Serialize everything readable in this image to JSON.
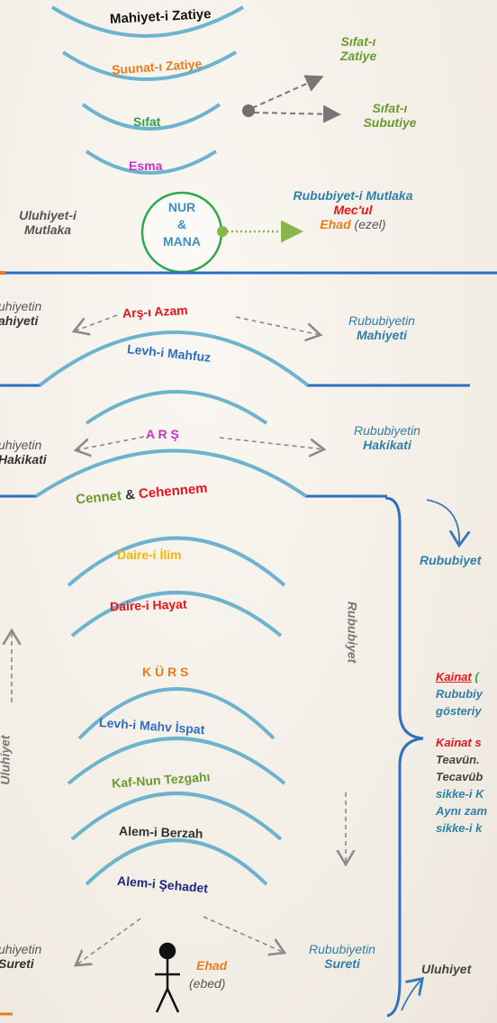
{
  "top_arcs": {
    "mahiyet": "Mahiyet-i Zatiye",
    "suunat": "Şuunat-ı Zatiye",
    "sifat": "Sıfat",
    "esma": "Esma"
  },
  "circle": {
    "line1": "NUR",
    "line2": "&",
    "line3": "MANA"
  },
  "sifat_zatiye": {
    "l1": "Sıfat-ı",
    "l2": "Zatiye"
  },
  "sifat_subutiye": {
    "l1": "Sıfat-ı",
    "l2": "Subutiye"
  },
  "uluhiyet_mutlaka": {
    "l1": "Uluhiyet-i",
    "l2": "Mutlaka"
  },
  "rububiyet_mutlaka": {
    "l1": "Rububiyet-i Mutlaka",
    "l2": "Mec'ul",
    "l3": "Ehad",
    "l3b": "(ezel)"
  },
  "mid_labels": {
    "left_mahiyeti": {
      "l1": "uhiyetin",
      "l2": "ahiyeti"
    },
    "right_mahiyeti": {
      "l1": "Rububiyetin",
      "l2": "Mahiyeti"
    },
    "left_hakikati": {
      "l1": "uhiyetin",
      "l2": "Hakikati"
    },
    "right_hakikati": {
      "l1": "Rububiyetin",
      "l2": "Hakikati"
    }
  },
  "arcs": {
    "ars_azam": "Arş-ı Azam",
    "levh_mahfuz": "Levh-i Mahfuz",
    "ars": "A R Ş",
    "cennet": "Cennet",
    "amp": "&",
    "cehennem": "Cehennem",
    "ilim": "Daire-i  İlim",
    "hayat": "Daire-i Hayat",
    "kurs": "K Ü R S",
    "levh_mahv": "Levh-i Mahv İspat",
    "kaf_nun": "Kaf-Nun Tezgahı",
    "berzah": "Alem-i Berzah",
    "sehadet": "Alem-i Şehadet"
  },
  "vertical": {
    "uluhiyet": "Uluhiyet",
    "rububiyet": "Rububiyet"
  },
  "bottom": {
    "left_sureti": {
      "l1": "uhiyetin",
      "l2": "Sureti"
    },
    "right_sureti": {
      "l1": "Rububiyetin",
      "l2": "Sureti"
    },
    "ehad": "Ehad",
    "ebed": "(ebed)"
  },
  "side": {
    "rububiyet": "Rububiyet",
    "uluhiyet": "Uluhiyet",
    "kainat1": "Kainat",
    "kainat1b": " (",
    "rububiy": "Rububiy",
    "gosteriy": "gösteriy",
    "kainat2": "Kainat s",
    "teavun": "Teavün.",
    "tecavub": "Tecavüb",
    "sikke1": "sikke-i  K",
    "ayni": "Aynı zam",
    "sikke2": "sikke-i k"
  },
  "colors": {
    "arc": "#6db3cf",
    "blue_line": "#2e6fbf",
    "green": "#2e9e4f",
    "red": "#e8141b",
    "orange": "#e87c1e",
    "magenta": "#c733c9",
    "teal_text": "#2f7fa8",
    "olive": "#6a9a2f",
    "gold": "#f0b800",
    "gray_text": "#555555"
  }
}
